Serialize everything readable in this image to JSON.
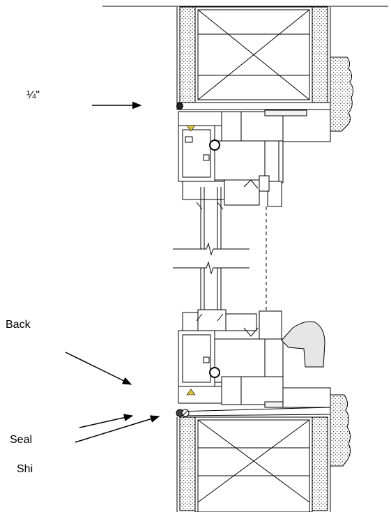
{
  "labels": {
    "gap": "¼\"",
    "backer": "Back",
    "sealant": "Seal",
    "shim": "Shi"
  },
  "colors": {
    "line": "#000000",
    "fill_light": "#f2f2f2",
    "fill_gray": "#e6e6e6",
    "accent_shim": "#d8c040"
  }
}
